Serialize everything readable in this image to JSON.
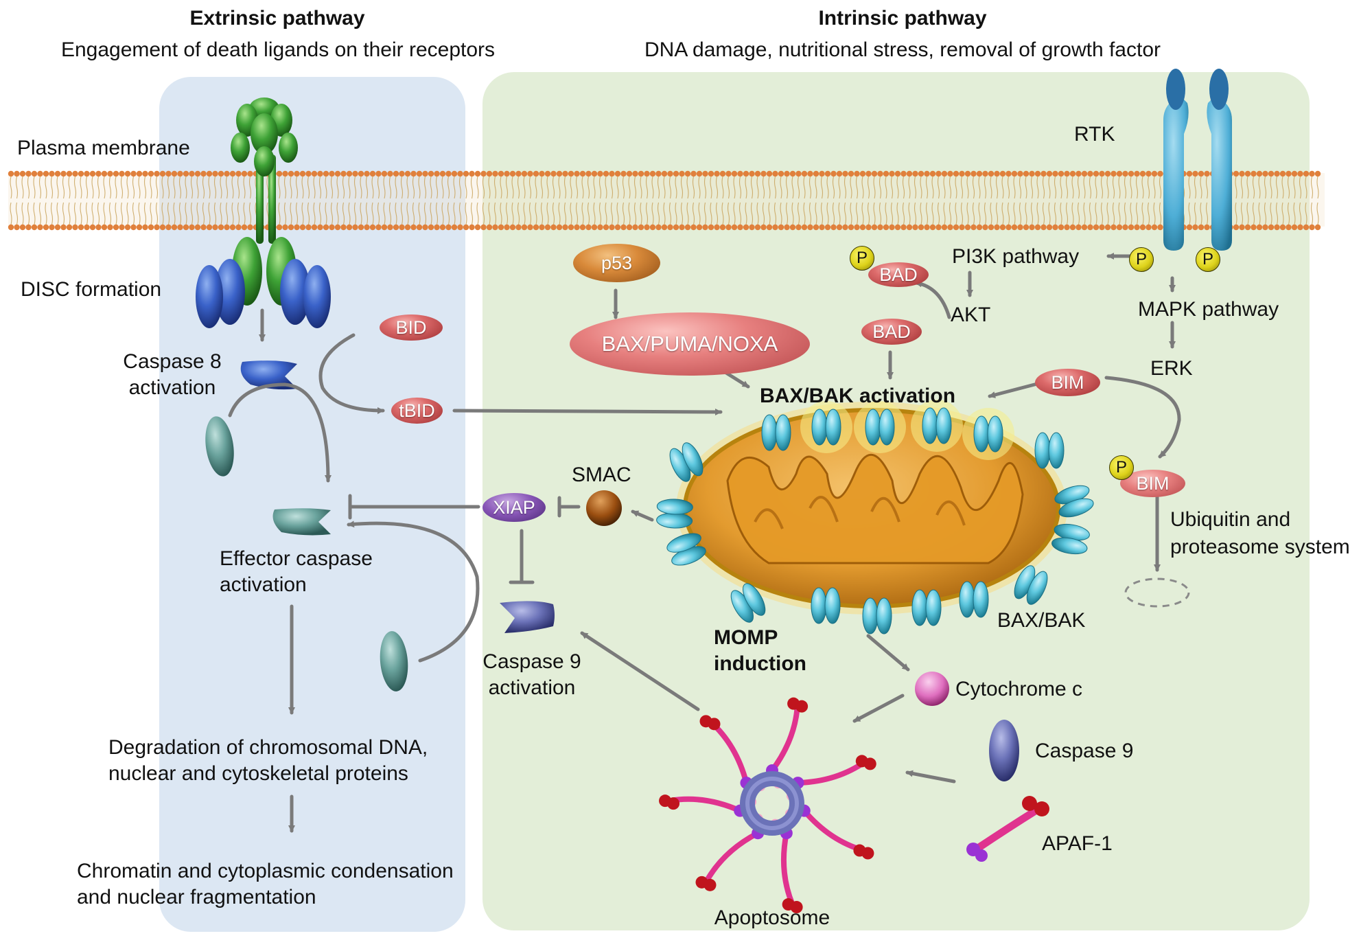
{
  "headers": {
    "extrinsic_title": "Extrinsic pathway",
    "extrinsic_subtitle": "Engagement of death ligands on their receptors",
    "intrinsic_title": "Intrinsic pathway",
    "intrinsic_subtitle": "DNA damage, nutritional stress, removal of growth factor"
  },
  "labels": {
    "plasma_membrane": "Plasma membrane",
    "disc_formation": "DISC formation",
    "caspase8_line1": "Caspase 8",
    "caspase8_line2": "activation",
    "effector_line1": "Effector caspase",
    "effector_line2": "activation",
    "degradation_line1": "Degradation of chromosomal DNA,",
    "degradation_line2": "nuclear and cytoskeletal proteins",
    "chromatin_line1": "Chromatin and cytoplasmic condensation",
    "chromatin_line2": "and nuclear fragmentation",
    "caspase9_act_line1": "Caspase 9",
    "caspase9_act_line2": "activation",
    "smac": "SMAC",
    "bax_bak_activation": "BAX/BAK activation",
    "momp_line1": "MOMP",
    "momp_line2": "induction",
    "bax_bak": "BAX/BAK",
    "cytochrome_c": "Cytochrome c",
    "caspase9": "Caspase 9",
    "apaf1": "APAF-1",
    "apoptosome": "Apoptosome",
    "rtk": "RTK",
    "pi3k": "PI3K pathway",
    "akt": "AKT",
    "mapk": "MAPK pathway",
    "erk": "ERK",
    "ubiquitin_line1": "Ubiquitin and",
    "ubiquitin_line2": "proteasome system"
  },
  "molecules": {
    "bid": "BID",
    "tbid": "tBID",
    "p53": "p53",
    "bax_puma_noxa": "BAX/PUMA/NOXA",
    "bad_p": "BAD",
    "bad": "BAD",
    "bim": "BIM",
    "bim_p": "BIM",
    "xiap": "XIAP",
    "phospho": "P"
  },
  "colors": {
    "extrinsic_panel": "#dce7f3",
    "intrinsic_panel": "#e3eed8",
    "arrow": "#7a7a7a",
    "lipid_head": "#e0803c",
    "mitochondrion": "#e39b2f",
    "bax_bak_channel": "#5ec8df",
    "receptor": "#3ea236",
    "rtk": "#4eaed6"
  }
}
